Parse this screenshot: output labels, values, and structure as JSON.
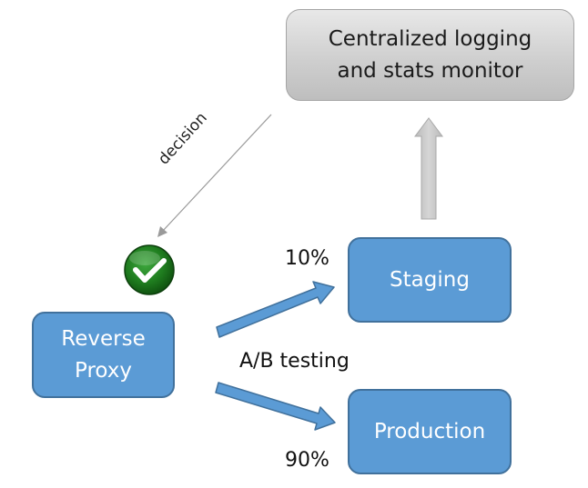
{
  "diagram": {
    "nodes": {
      "monitor": {
        "label": "Centralized logging\nand stats monitor"
      },
      "proxy": {
        "label": "Reverse\nProxy"
      },
      "staging": {
        "label": "Staging"
      },
      "production": {
        "label": "Production"
      }
    },
    "edges": {
      "decision": {
        "label": "decision"
      },
      "to_staging": {
        "label": "10%"
      },
      "to_production": {
        "label": "90%"
      },
      "ab_testing": {
        "label": "A/B testing"
      }
    },
    "icons": {
      "approval": "check-circle-icon"
    },
    "colors": {
      "box_fill": "#5b9bd5",
      "box_border": "#41719c",
      "monitor_fill": "#d0d0d0",
      "check_green": "#1e7b1e",
      "gray_arrow": "#c8c8c8"
    }
  }
}
